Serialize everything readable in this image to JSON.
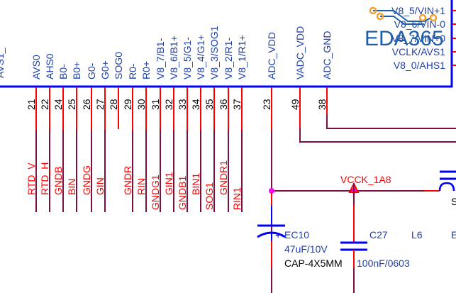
{
  "colors": {
    "component_body": "#0000ff",
    "pin_line": "#ff0000",
    "wire": "#7a1040",
    "net_label": "#ff0000",
    "junction": "#ff00ff",
    "pin_name": "#1f3fa8",
    "overlay_handle": "#f0a030"
  },
  "chip": {
    "name": "EDA365",
    "bottom_pins": [
      {
        "name": "AVS0",
        "number": "21",
        "net": "RTD_V"
      },
      {
        "name": "AHS0",
        "number": "22",
        "net": "RTD_H"
      },
      {
        "name": "B0-",
        "number": "24",
        "net": "GNDB"
      },
      {
        "name": "B0+",
        "number": "25",
        "net": "BIN"
      },
      {
        "name": "G0-",
        "number": "26",
        "net": "GNDG"
      },
      {
        "name": "G0+",
        "number": "27",
        "net": "GIN"
      },
      {
        "name": "SOG0",
        "number": "28",
        "net": ""
      },
      {
        "name": "R0-",
        "number": "29",
        "net": "GNDR"
      },
      {
        "name": "R0+",
        "number": "30",
        "net": "RIN"
      },
      {
        "name": "V8_7/B1-",
        "number": "31",
        "net": "GNDG1"
      },
      {
        "name": "V8_6/B1+",
        "number": "32",
        "net": "GIN1"
      },
      {
        "name": "V8_5/G1-",
        "number": "33",
        "net": "GNDB1"
      },
      {
        "name": "V8_4/G1+",
        "number": "34",
        "net": "BIN1"
      },
      {
        "name": "V8_3/SOG1",
        "number": "35",
        "net": "SOG1"
      },
      {
        "name": "V8_2/R1-",
        "number": "36",
        "net": "GNDR1"
      },
      {
        "name": "V8_1/R1+",
        "number": "37",
        "net": "RIN1"
      },
      {
        "name": "ADC_VDD",
        "number": "23",
        "net": ""
      },
      {
        "name": "VADC_VDD",
        "number": "49",
        "net": ""
      },
      {
        "name": "ADC_GND",
        "number": "38",
        "net": ""
      }
    ],
    "right_pins": [
      {
        "name": "V8_5/VIN+1"
      },
      {
        "name": "V8_6/VIN-0"
      },
      {
        "name": "V8_7/VIN+0"
      },
      {
        "name": "VCLK/AVS1"
      },
      {
        "name": "V8_0/AHS1"
      }
    ]
  },
  "power": {
    "net": "VCCK_1A8"
  },
  "components": {
    "ec10": {
      "ref": "EC10",
      "value": "47uF/10V",
      "footprint": "CAP-4X5MM",
      "polarity": "+"
    },
    "c27": {
      "ref": "C27",
      "value": "100nF/0603"
    },
    "l6": {
      "ref": "L6",
      "value_partial": "S",
      "extra_partial": "E"
    }
  }
}
